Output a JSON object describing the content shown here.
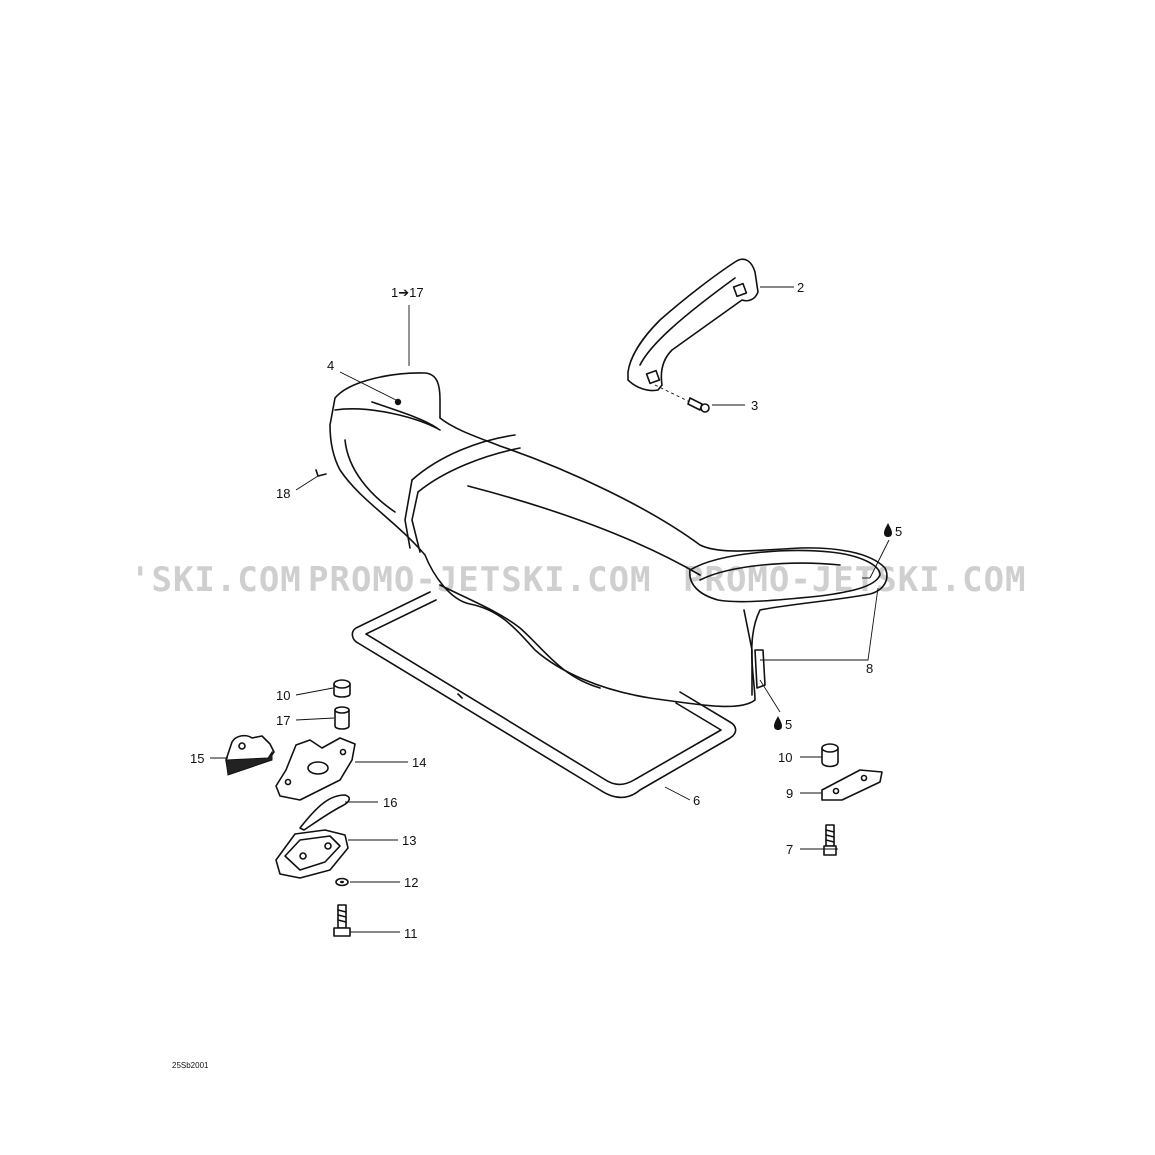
{
  "watermark": {
    "segments": [
      "'SKI.COM",
      "PROMO-JETSKI.COM",
      "PROMO-JETSKI.COM"
    ]
  },
  "drawing_code": "25Sb2001",
  "callouts": {
    "c1_17": "1➔17",
    "c2": "2",
    "c3": "3",
    "c4": "4",
    "c5a": "5",
    "c5b": "5",
    "c6": "6",
    "c7": "7",
    "c8": "8",
    "c9": "9",
    "c10a": "10",
    "c10b": "10",
    "c11": "11",
    "c12": "12",
    "c13": "13",
    "c14": "14",
    "c15": "15",
    "c16": "16",
    "c17": "17",
    "c18": "18"
  },
  "icons": {
    "adhesive": "drop-icon"
  }
}
